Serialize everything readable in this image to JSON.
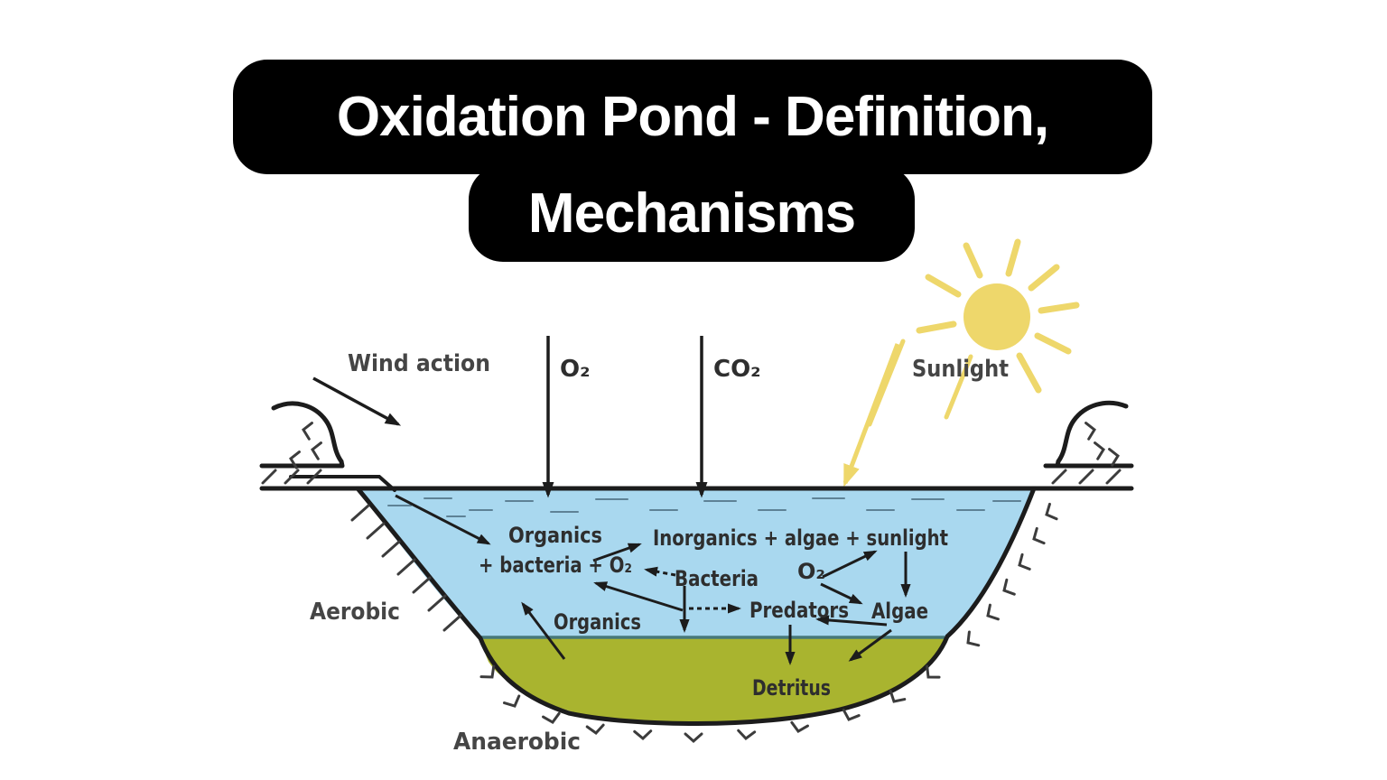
{
  "title": {
    "line1": "Oxidation Pond - Definition,",
    "line2": "Mechanisms"
  },
  "diagram": {
    "labels": {
      "wind_action": "Wind action",
      "o2_top": "O₂",
      "co2_top": "CO₂",
      "sunlight": "Sunlight",
      "organics_upper": "Organics",
      "bacteria_o2": "+ bacteria + O₂",
      "inorganics": "Inorganics + algae + sunlight",
      "bacteria": "Bacteria",
      "o2_mid": "O₂",
      "predators": "Predators",
      "algae": "Algae",
      "organics_lower": "Organics",
      "detritus": "Detritus",
      "aerobic": "Aerobic",
      "anaerobic": "Anaerobic"
    },
    "colors": {
      "water": "#a9d8ef",
      "anaerobic_layer": "#a9b42f",
      "sun": "#eed76b",
      "outline": "#1c1c1c",
      "label_text": "#2e2e2e",
      "banner_bg": "#000000",
      "banner_text": "#ffffff"
    }
  }
}
